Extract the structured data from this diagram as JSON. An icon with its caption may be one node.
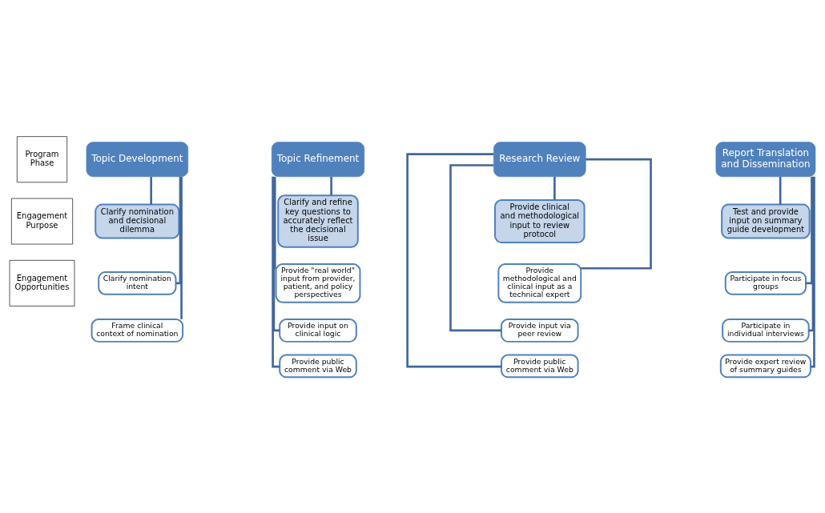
{
  "diagram": {
    "nodes": [
      {
        "text": [
          "Program Phase"
        ]
      },
      {
        "text": [
          "Engagement Purpose"
        ]
      },
      {
        "text": [
          "Engagement Opportunities"
        ]
      },
      {
        "text": [
          "Topic Development"
        ]
      },
      {
        "text": [
          "Clarify nomination and decisional dilemma"
        ]
      },
      {
        "text": [
          "Clarify nomination intent"
        ]
      },
      {
        "text": [
          "Frame clinical context of nomination"
        ]
      },
      {
        "text": [
          "Topic Refinement"
        ]
      },
      {
        "text": [
          "Clarify and refine key questions to accurately reflect the decisional issue"
        ]
      },
      {
        "text": [
          "Provide \"real world\" input from provider, patient, and policy perspectives"
        ]
      },
      {
        "text": [
          "Provide input on clinical logic"
        ]
      },
      {
        "text": [
          "Provide public comment via Web"
        ]
      },
      {
        "text": [
          "Research Review"
        ]
      },
      {
        "text": [
          "Provide clinical and methodological input to review protocol"
        ]
      },
      {
        "text": [
          "Provide methodological and clinical input as a technical expert"
        ]
      },
      {
        "text": [
          "Provide input via peer review"
        ]
      },
      {
        "text": [
          "Provide public comment via Web"
        ]
      },
      {
        "text": [
          "Report Translation and Dissemination"
        ]
      },
      {
        "text": [
          "Test and provide input on summary guide development"
        ]
      },
      {
        "text": [
          "Participate in focus groups"
        ]
      },
      {
        "text": [
          "Participate in individual interviews"
        ]
      },
      {
        "text": [
          "Provide expert review of summary guides"
        ]
      }
    ],
    "edges": [
      {
        "from": 3,
        "to": 4,
        "arrow": "none"
      },
      {
        "from": 3,
        "to": 5,
        "arrow": "none"
      },
      {
        "from": 3,
        "to": 6,
        "arrow": "none"
      },
      {
        "from": 7,
        "to": 8,
        "arrow": "none"
      },
      {
        "from": 7,
        "to": 9,
        "arrow": "none"
      },
      {
        "from": 7,
        "to": 10,
        "arrow": "none"
      },
      {
        "from": 7,
        "to": 11,
        "arrow": "none"
      },
      {
        "from": 12,
        "to": 13,
        "arrow": "none"
      },
      {
        "from": 12,
        "to": 14,
        "arrow": "none"
      },
      {
        "from": 12,
        "to": 15,
        "arrow": "none"
      },
      {
        "from": 12,
        "to": 16,
        "arrow": "none"
      },
      {
        "from": 17,
        "to": 18,
        "arrow": "none"
      },
      {
        "from": 17,
        "to": 19,
        "arrow": "none"
      },
      {
        "from": 17,
        "to": 20,
        "arrow": "none"
      },
      {
        "from": 17,
        "to": 21,
        "arrow": "none"
      }
    ]
  }
}
